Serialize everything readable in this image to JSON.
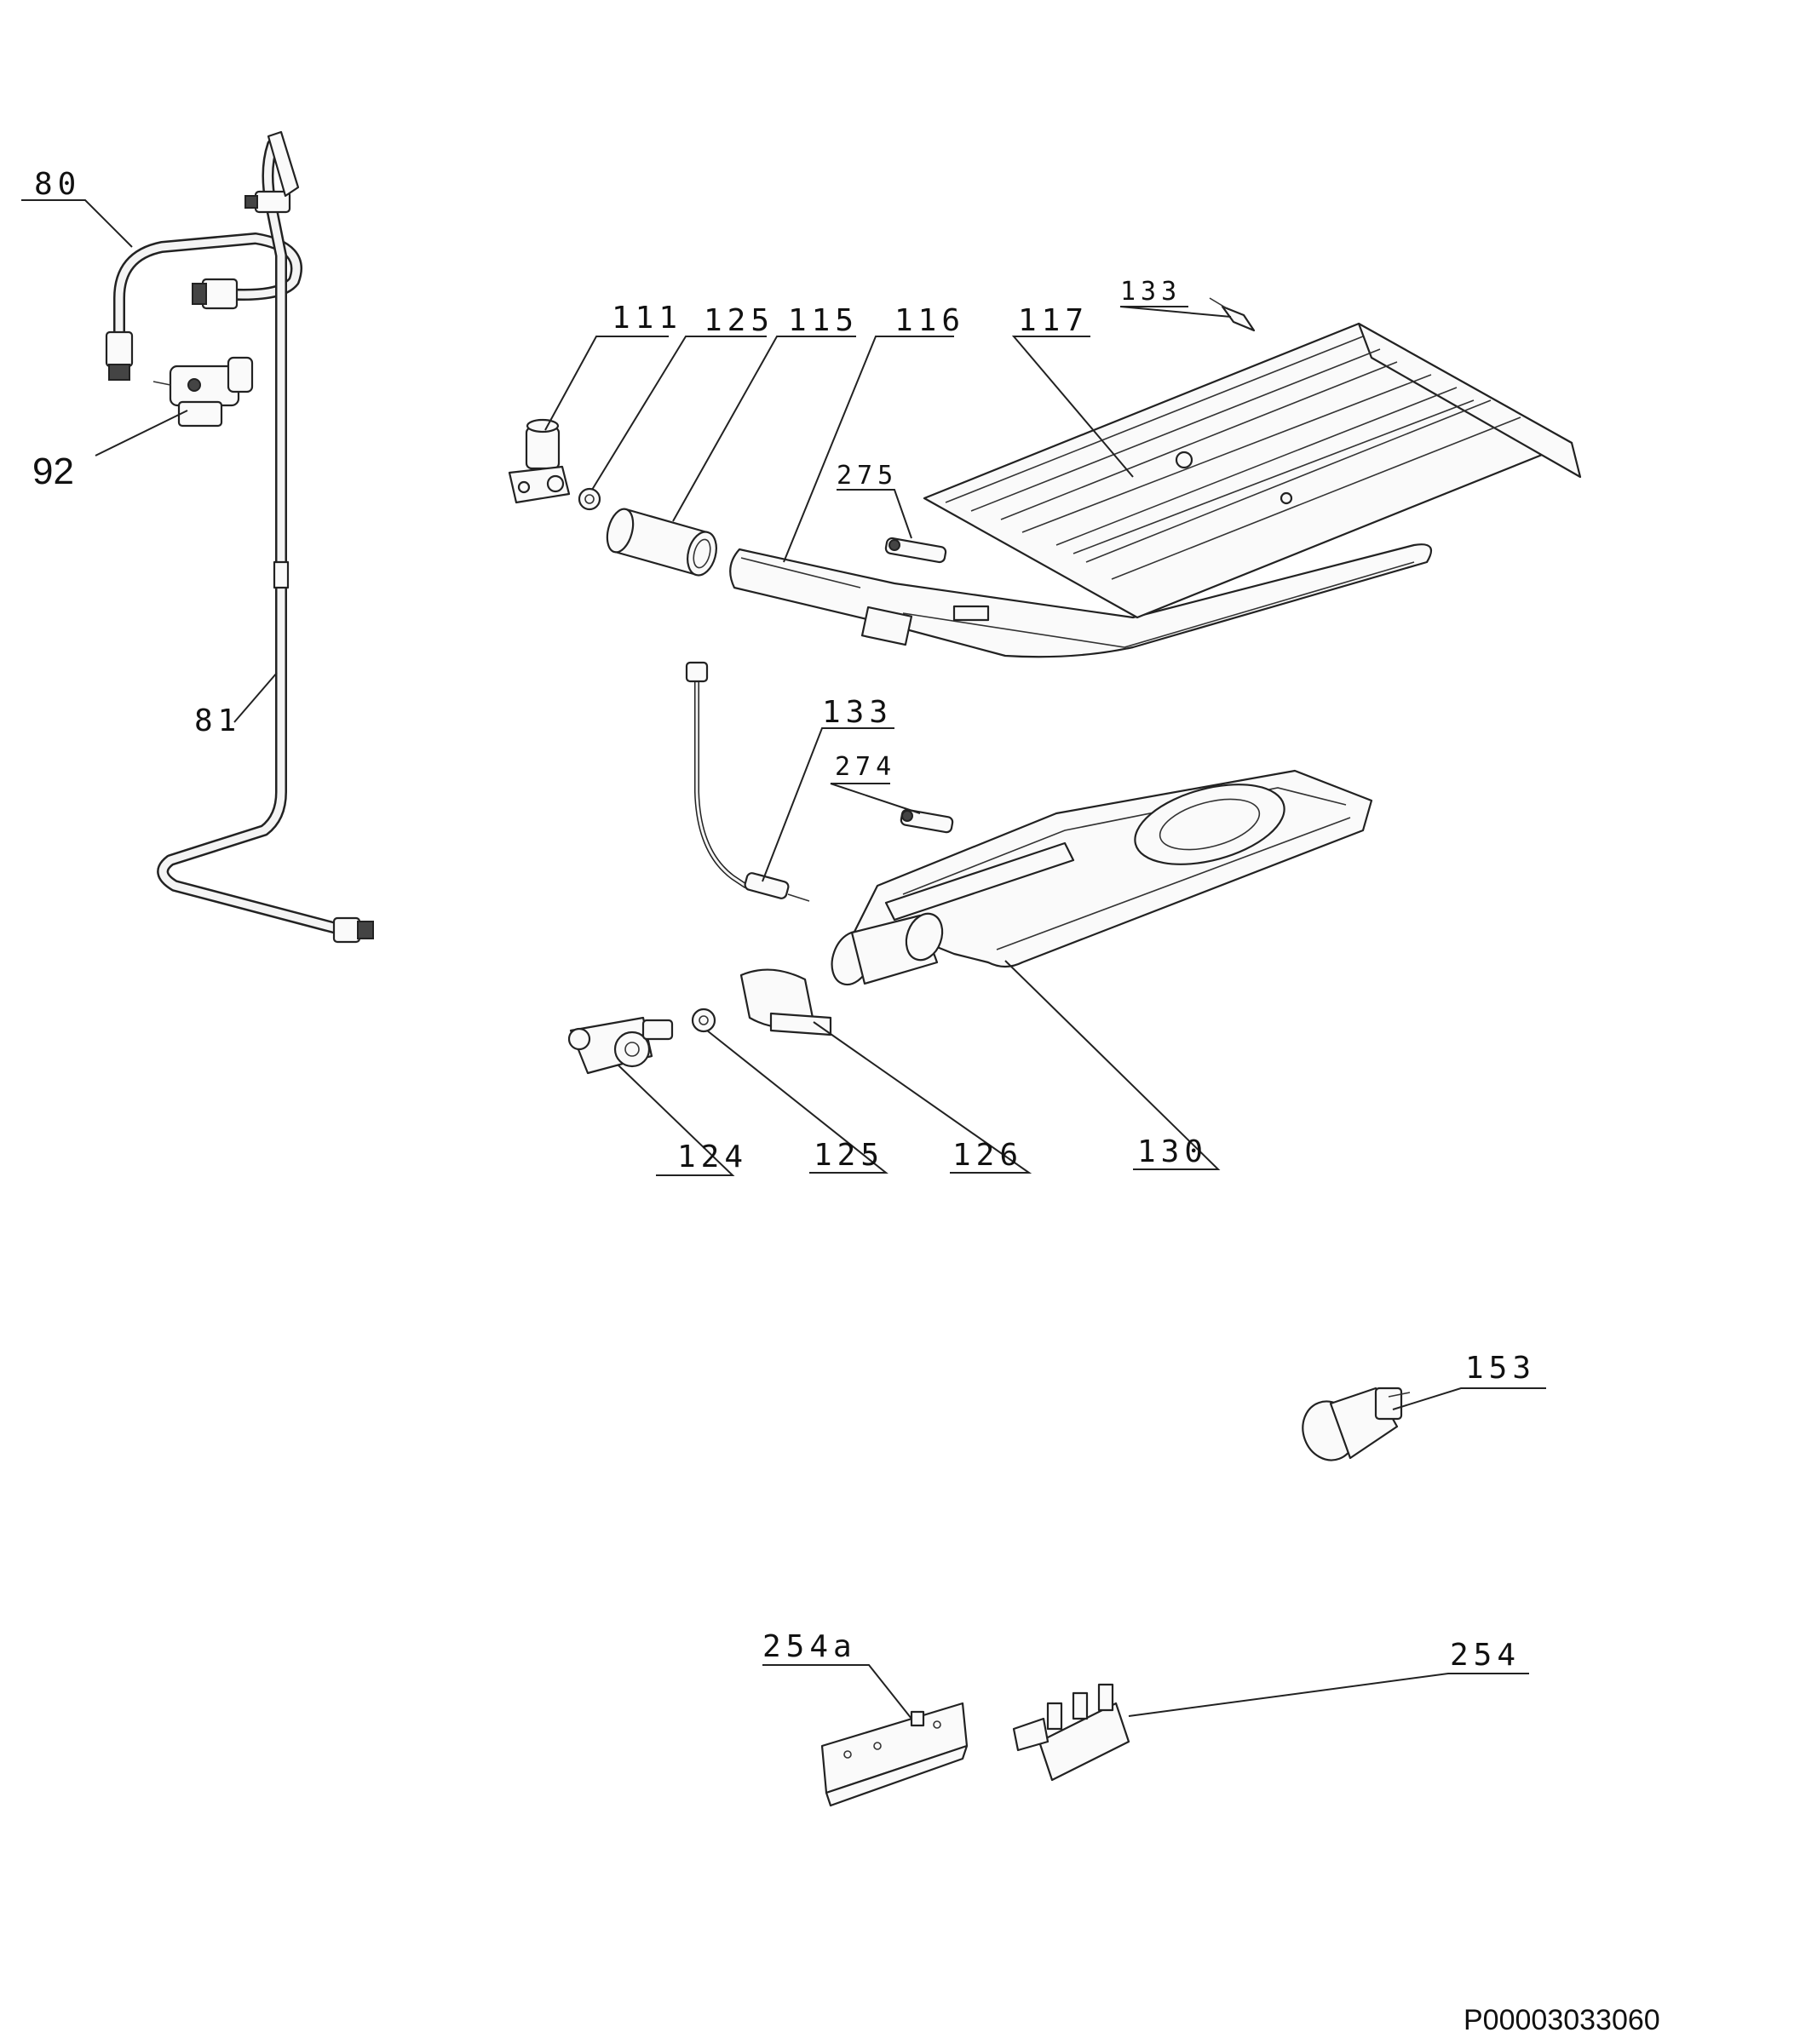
{
  "callouts": {
    "c80": "80",
    "c92": "92",
    "c81": "81",
    "c111": "111",
    "c125a": "125",
    "c115": "115",
    "c116": "116",
    "c117": "117",
    "c133a": "133",
    "c275": "275",
    "c133b": "133",
    "c274": "274",
    "c124": "124",
    "c125b": "125",
    "c126": "126",
    "c130": "130",
    "c153": "153",
    "c254a": "254a",
    "c254": "254"
  },
  "document_id": "P00003033060"
}
